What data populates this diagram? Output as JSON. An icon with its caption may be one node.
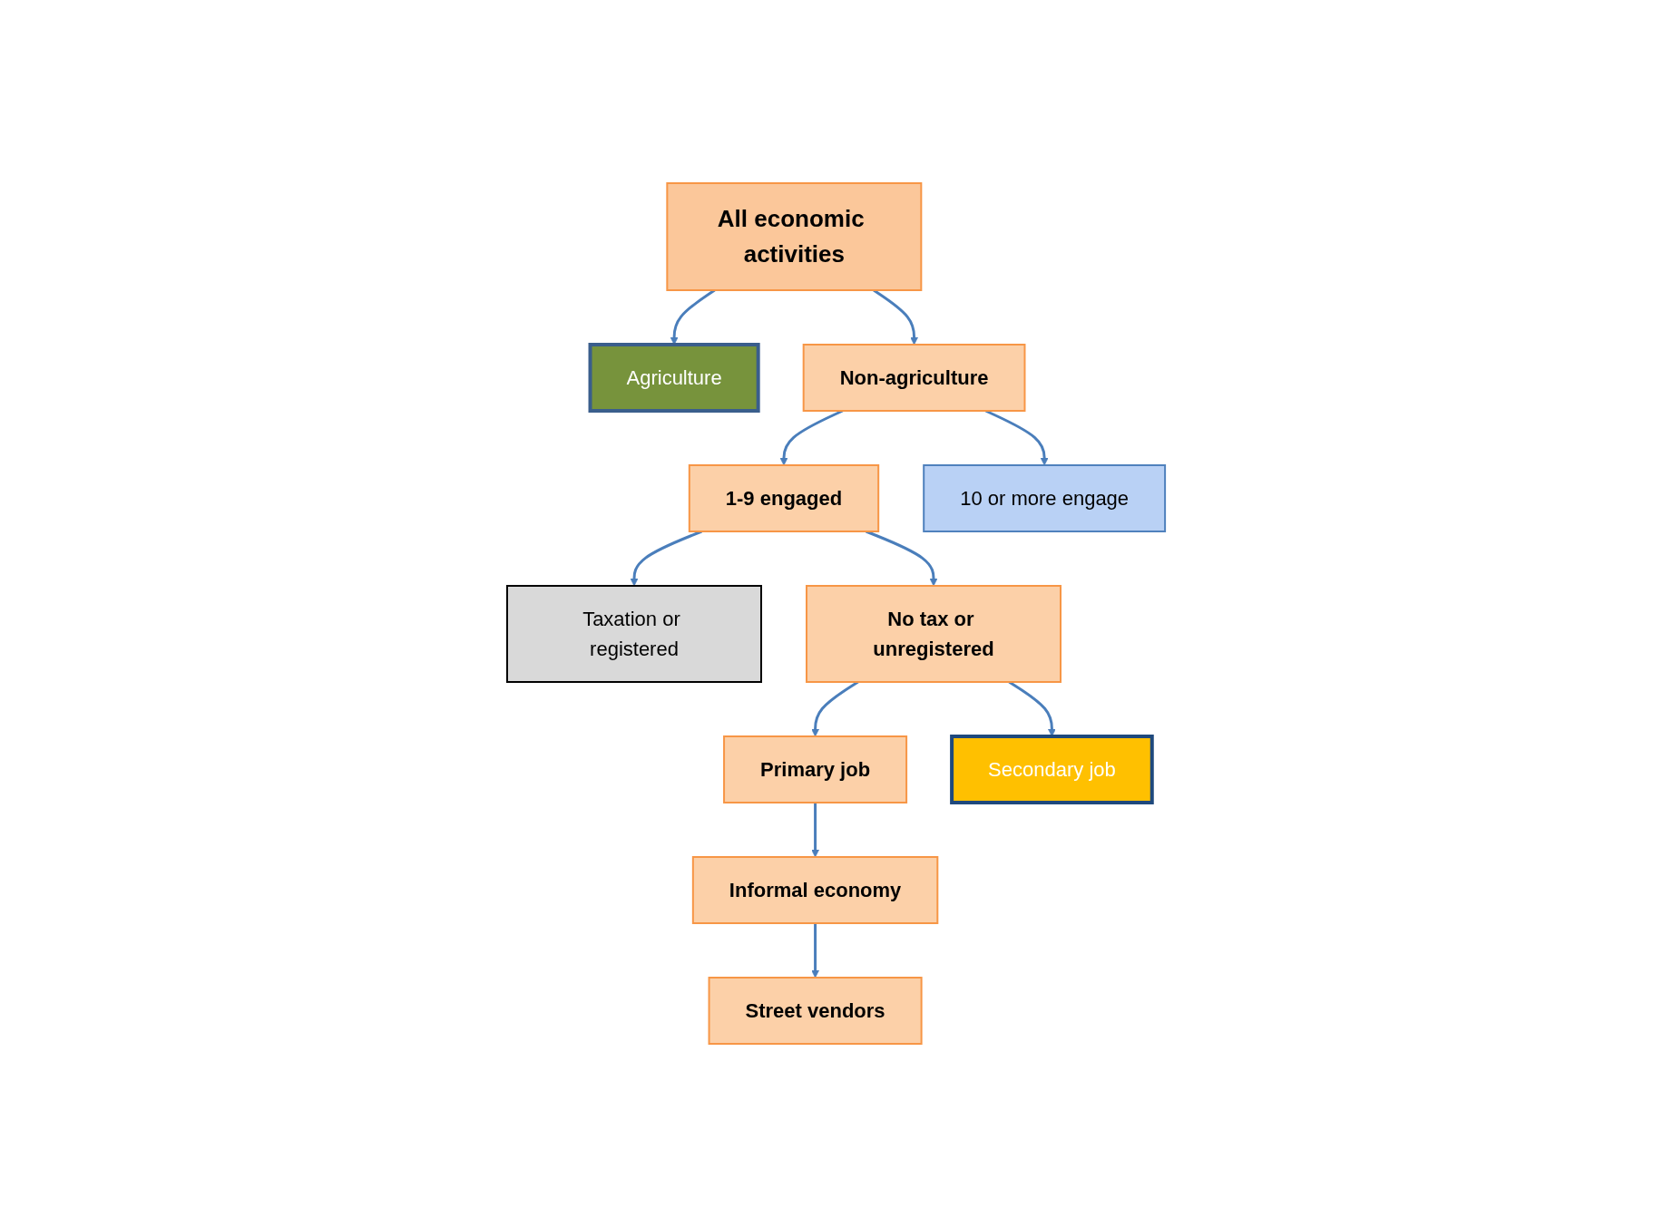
{
  "diagram": {
    "nodes": [
      {
        "text": [
          "All economic activities"
        ]
      },
      {
        "text": [
          "Agriculture"
        ]
      },
      {
        "text": [
          "Non-agriculture"
        ]
      },
      {
        "text": [
          "1-9 engaged"
        ]
      },
      {
        "text": [
          "10 or more engage"
        ]
      },
      {
        "text": [
          "Taxation or registered"
        ]
      },
      {
        "text": [
          "No tax or unregistered"
        ]
      },
      {
        "text": [
          "Primary job"
        ]
      },
      {
        "text": [
          "Secondary job"
        ]
      },
      {
        "text": [
          "Informal economy"
        ]
      },
      {
        "text": [
          "Street vendors"
        ]
      }
    ],
    "edges": [
      {
        "from": 0,
        "to": 1,
        "arrow": "to"
      },
      {
        "from": 0,
        "to": 2,
        "arrow": "to"
      },
      {
        "from": 2,
        "to": 3,
        "arrow": "to"
      },
      {
        "from": 2,
        "to": 4,
        "arrow": "to"
      },
      {
        "from": 3,
        "to": 5,
        "arrow": "to"
      },
      {
        "from": 3,
        "to": 6,
        "arrow": "to"
      },
      {
        "from": 6,
        "to": 7,
        "arrow": "to"
      },
      {
        "from": 6,
        "to": 8,
        "arrow": "to"
      },
      {
        "from": 7,
        "to": 9,
        "arrow": "to"
      },
      {
        "from": 9,
        "to": 10,
        "arrow": "to"
      }
    ]
  }
}
